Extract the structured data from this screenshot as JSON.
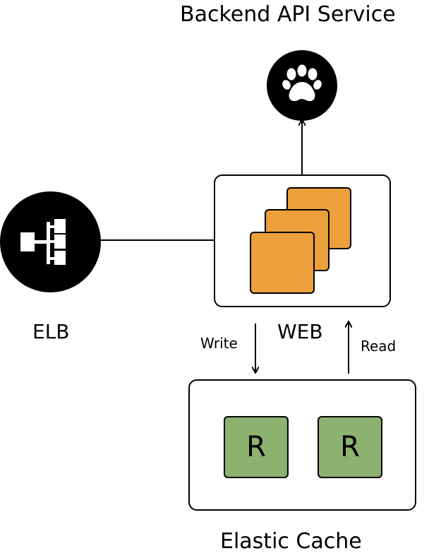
{
  "labels": {
    "backend": "Backend API Service",
    "elb": "ELB",
    "web": "WEB",
    "write": "Write",
    "read": "Read",
    "cache": "Elastic Cache"
  },
  "cache_nodes": [
    "R",
    "R"
  ],
  "colors": {
    "web_instance": "#ec9f3a",
    "cache_node": "#8cb26f",
    "icon_bg": "#000000",
    "line": "#000000"
  },
  "icons": {
    "backend": "paw-icon",
    "elb": "load-balancer-icon"
  }
}
